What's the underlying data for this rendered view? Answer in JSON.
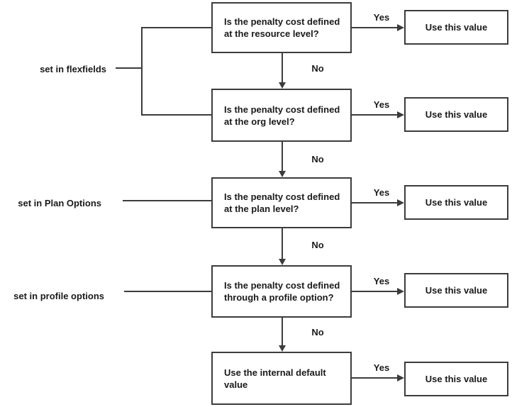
{
  "flow": {
    "steps": [
      {
        "question": "Is the penalty cost defined at the resource level?",
        "yes_label": "Yes",
        "result": "Use this value",
        "no_label": "No"
      },
      {
        "question": "Is the penalty cost defined at the org level?",
        "yes_label": "Yes",
        "result": "Use this value",
        "no_label": "No"
      },
      {
        "question": "Is the penalty cost defined at the plan level?",
        "yes_label": "Yes",
        "result": "Use this value",
        "no_label": "No"
      },
      {
        "question": "Is the penalty cost defined through a profile option?",
        "yes_label": "Yes",
        "result": "Use this value",
        "no_label": "No"
      },
      {
        "question": "Use the internal default value",
        "yes_label": "Yes",
        "result": "Use this value"
      }
    ],
    "annotations": [
      {
        "label": "set in flexfields"
      },
      {
        "label": "set in Plan Options"
      },
      {
        "label": "set in profile options"
      }
    ],
    "colors": {
      "line": "#3c3c3c",
      "text": "#1a1a1a",
      "background": "#ffffff"
    }
  }
}
